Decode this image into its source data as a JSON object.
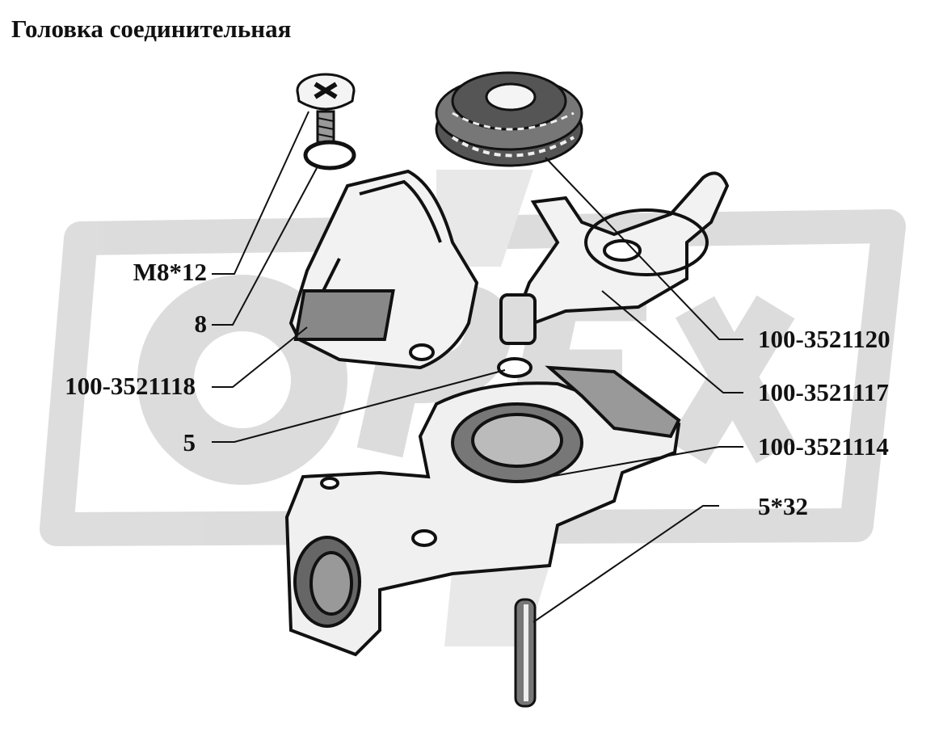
{
  "title": "Головка соединительная",
  "callouts": [
    {
      "id": "screw",
      "label": "М8*12"
    },
    {
      "id": "washer",
      "label": "8"
    },
    {
      "id": "cover",
      "label": "100-3521118"
    },
    {
      "id": "ring",
      "label": "5"
    },
    {
      "id": "seal",
      "label": "100-3521120"
    },
    {
      "id": "lever",
      "label": "100-3521117"
    },
    {
      "id": "body",
      "label": "100-3521114"
    },
    {
      "id": "pin",
      "label": "5*32"
    }
  ],
  "watermark_text": "OPEX",
  "colors": {
    "ink": "#111111",
    "watermark": "#dcdcdc",
    "part_fill": "#f2f2f2",
    "part_shade": "#8a8a8a"
  }
}
